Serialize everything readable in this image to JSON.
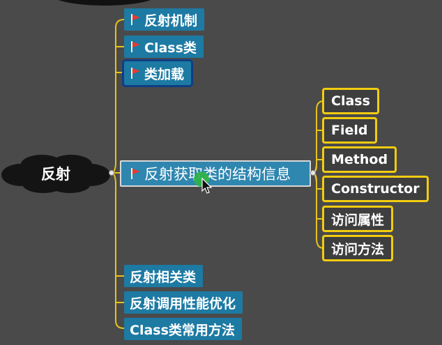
{
  "root": {
    "label": "反射"
  },
  "branches": [
    {
      "label": "反射机制",
      "flag": true
    },
    {
      "label": "Class类",
      "flag": true
    },
    {
      "label": "类加载",
      "flag": true,
      "selected": true
    },
    {
      "label": "反射获取类的结构信息",
      "flag": true
    },
    {
      "label": "反射相关类",
      "flag": false
    },
    {
      "label": "反射调用性能优化",
      "flag": false
    },
    {
      "label": "Class类常用方法",
      "flag": false
    }
  ],
  "sub_topics": [
    "Class",
    "Field",
    "Method",
    "Constructor",
    "访问属性",
    "访问方法"
  ],
  "colors": {
    "background": "#4a4a4a",
    "topic_fill": "#1d7aa3",
    "leaf_border": "#f2cc10",
    "connector": "#e8c21a",
    "flag": "#e53b2f",
    "cursor_highlight": "#2fb24a"
  },
  "icons": {
    "flag": "red-flag-icon",
    "cursor": "mouse-pointer-icon"
  }
}
